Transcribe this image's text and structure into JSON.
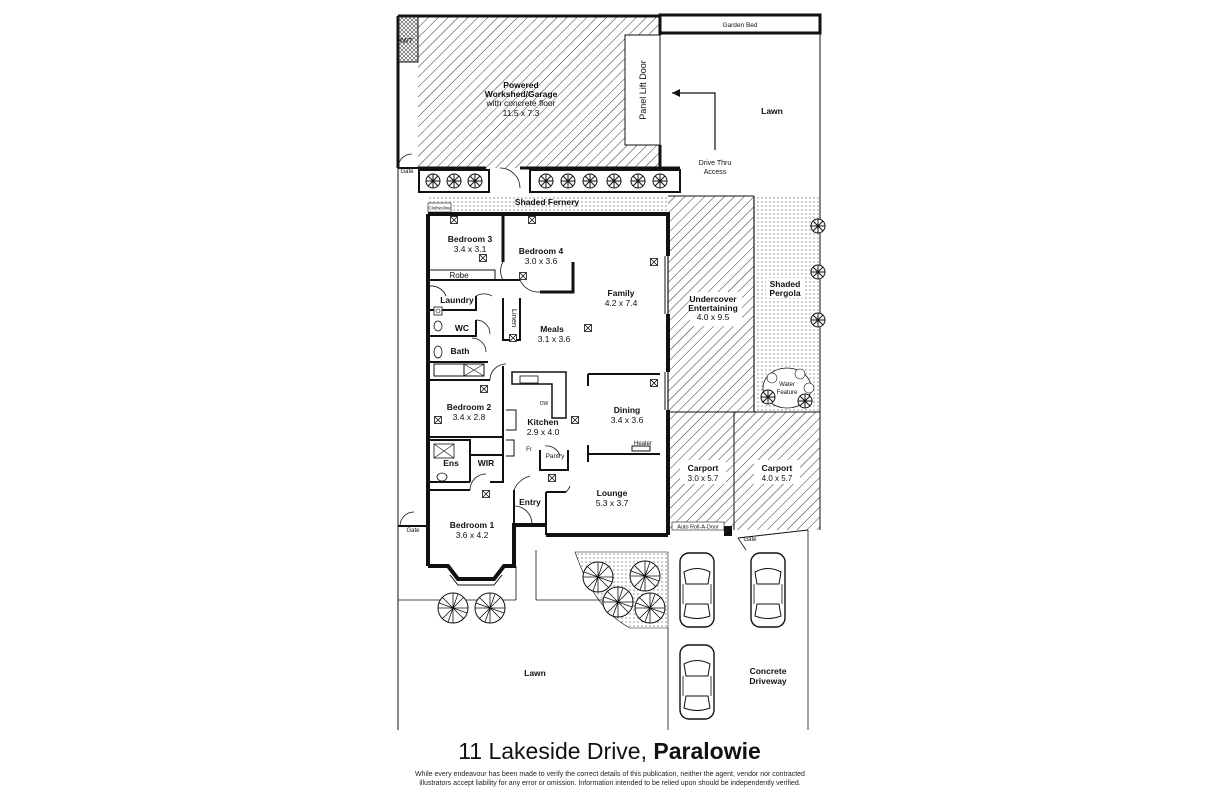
{
  "labels": {
    "rwt": "RWT",
    "garage_line1": "Powered",
    "garage_line2": "Workshed/Garage",
    "garage_line3": "with concrete floor",
    "garage_dims": "11.5 x 7.3",
    "panel_lift_door": "Panel Lift Door",
    "garden_bed": "Garden Bed",
    "lawn_top": "Lawn",
    "drive_thru_line1": "Drive Thru",
    "drive_thru_line2": "Access",
    "gate_top": "Gate",
    "gate_left": "Gate",
    "gate_carport": "Gate",
    "clothesline": "Clothesline",
    "shaded_fernery": "Shaded Fernery",
    "bedroom3": "Bedroom 3",
    "bedroom3_dims": "3.4 x 3.1",
    "robe": "Robe",
    "bedroom4": "Bedroom 4",
    "bedroom4_dims": "3.0 x 3.6",
    "family": "Family",
    "family_dims": "4.2 x 7.4",
    "laundry": "Laundry",
    "wc": "WC",
    "linen": "Linen",
    "meals": "Meals",
    "meals_dims": "3.1 x 3.6",
    "bath": "Bath",
    "bedroom2": "Bedroom 2",
    "bedroom2_dims": "3.4 x 2.8",
    "dw": "DW",
    "kitchen": "Kitchen",
    "kitchen_dims": "2.9 x 4.0",
    "dining": "Dining",
    "dining_dims": "3.4 x 3.6",
    "heater": "Heater",
    "fr": "Fr",
    "pantry": "Pantry",
    "ens": "Ens",
    "wir": "WIR",
    "entry": "Entry",
    "lounge": "Lounge",
    "lounge_dims": "5.3 x 3.7",
    "bedroom1": "Bedroom 1",
    "bedroom1_dims": "3.6 x 4.2",
    "undercover_line1": "Undercover",
    "undercover_line2": "Entertaining",
    "undercover_dims": "4.0 x 9.5",
    "pergola_line1": "Shaded",
    "pergola_line2": "Pergola",
    "water_line1": "Water",
    "water_line2": "Feature",
    "carport1": "Carport",
    "carport1_dims": "3.0 x 5.7",
    "carport2": "Carport",
    "carport2_dims": "4.0 x 5.7",
    "auto_roll_door": "Auto Roll-A-Door",
    "lawn_bottom": "Lawn",
    "driveway_line1": "Concrete",
    "driveway_line2": "Driveway"
  },
  "footer": {
    "address": "11 Lakeside Drive,",
    "suburb": "Paralowie",
    "disclaimer_line1": "While every endeavour has been made to verify the correct details of this publication, neither the agent, vendor nor contracted",
    "disclaimer_line2": "illustrators accept liability for any error or omission. Information intended to be relied upon should be independently verified."
  }
}
